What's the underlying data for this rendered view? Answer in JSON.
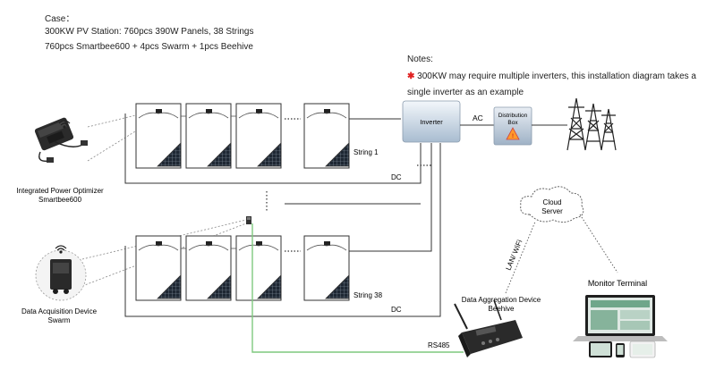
{
  "case": {
    "title": "Case：",
    "line1": "300KW PV Station: 760pcs 390W Panels, 38 Strings",
    "line2": "760pcs Smartbee600 + 4pcs Swarm + 1pcs Beehive"
  },
  "notes": {
    "title": "Notes:",
    "mark": "✱",
    "line1": "300KW may require multiple inverters, this installation diagram takes a",
    "line2": "single inverter as an example"
  },
  "diagram": {
    "inverter": "Inverter",
    "ac": "AC",
    "distribution_box": [
      "Distribution",
      "Box"
    ],
    "string1": "String 1",
    "string38": "String 38",
    "dc1": "DC",
    "dc2": "DC",
    "rs485": "RS485",
    "lan_wifi": "LAN/ WiFi",
    "cloud_server": [
      "Cloud",
      "Server"
    ],
    "monitor_terminal": "Monitor Terminal",
    "optimizer": [
      "Integrated  Power Optimizer",
      "Smartbee600"
    ],
    "swarm": [
      "Data Acquisition Device",
      "Swarm"
    ],
    "beehive": [
      "Data Aggregation Device",
      "Beehive"
    ]
  },
  "colors": {
    "green_line": "#7fc97f",
    "mark_red": "#e02020",
    "inverter_top": "#eef3f8",
    "inverter_bottom": "#a9bccf"
  }
}
